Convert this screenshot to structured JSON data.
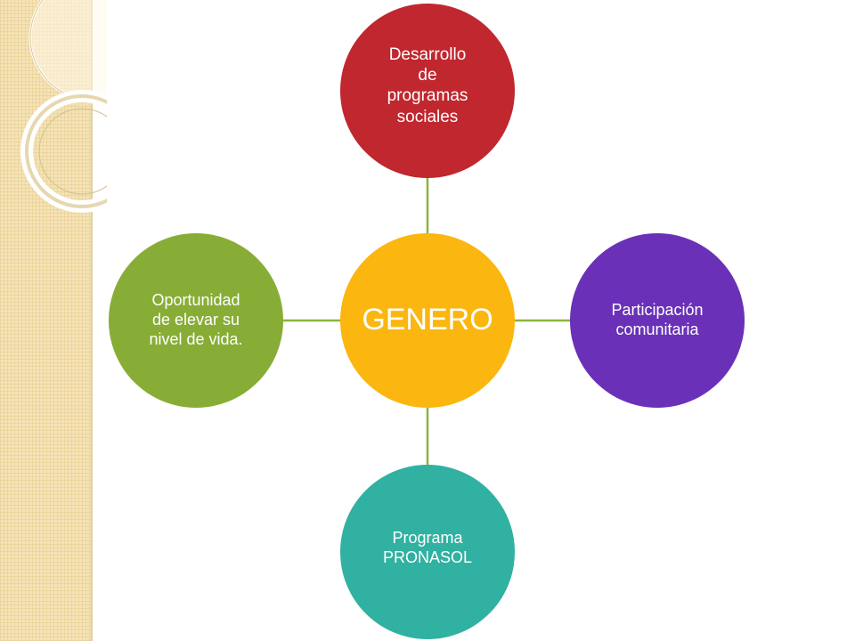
{
  "diagram": {
    "center": {
      "label": "GENERO",
      "color": "#fbb60f"
    },
    "top": {
      "label": "Desarrollo\nde\nprogramas\nsociales",
      "color": "#c0272f"
    },
    "right": {
      "label": "Participación\ncomunitaria",
      "color": "#6a31b8"
    },
    "bottom": {
      "label": "Programa\nPRONASOL",
      "color": "#31b1a1"
    },
    "left": {
      "label": "Oportunidad\nde elevar su\nnivel de vida.",
      "color": "#88ad36"
    },
    "connector_color": "#8ab43f"
  }
}
